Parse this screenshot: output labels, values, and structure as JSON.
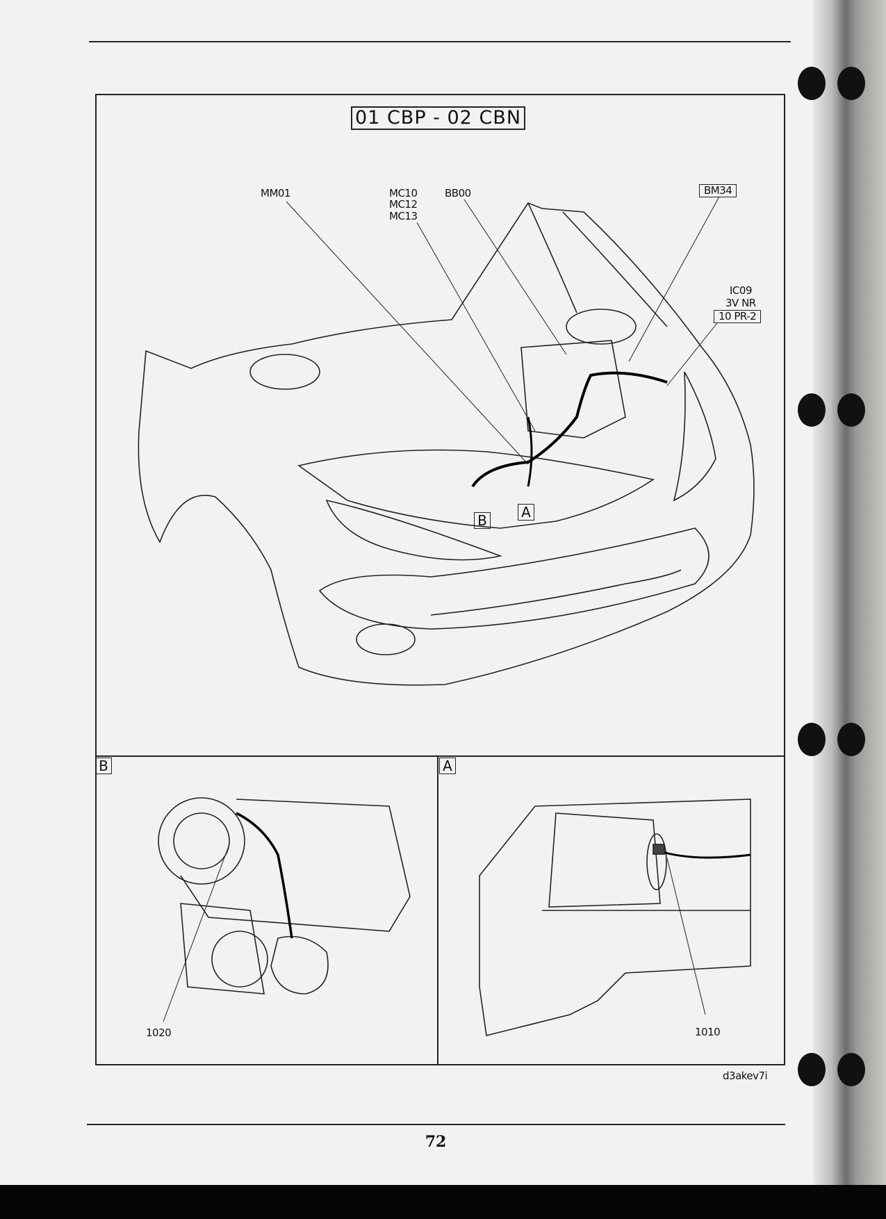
{
  "title": "01 CBP - 02 CBN",
  "main_view": {
    "labels": {
      "mm01": "MM01",
      "mc10": "MC10",
      "mc12": "MC12",
      "mc13": "MC13",
      "bb00": "BB00",
      "bm34": "BM34",
      "ic09": "IC09",
      "ic09_spec": "3V NR",
      "ic09_ref": "10 PR-2"
    },
    "callouts": {
      "b": "B",
      "a": "A"
    }
  },
  "inset_b": {
    "tag": "B",
    "part": "1020"
  },
  "inset_a": {
    "tag": "A",
    "part": "1010"
  },
  "drawing_ref": "d3akev7i",
  "page_number": "72"
}
